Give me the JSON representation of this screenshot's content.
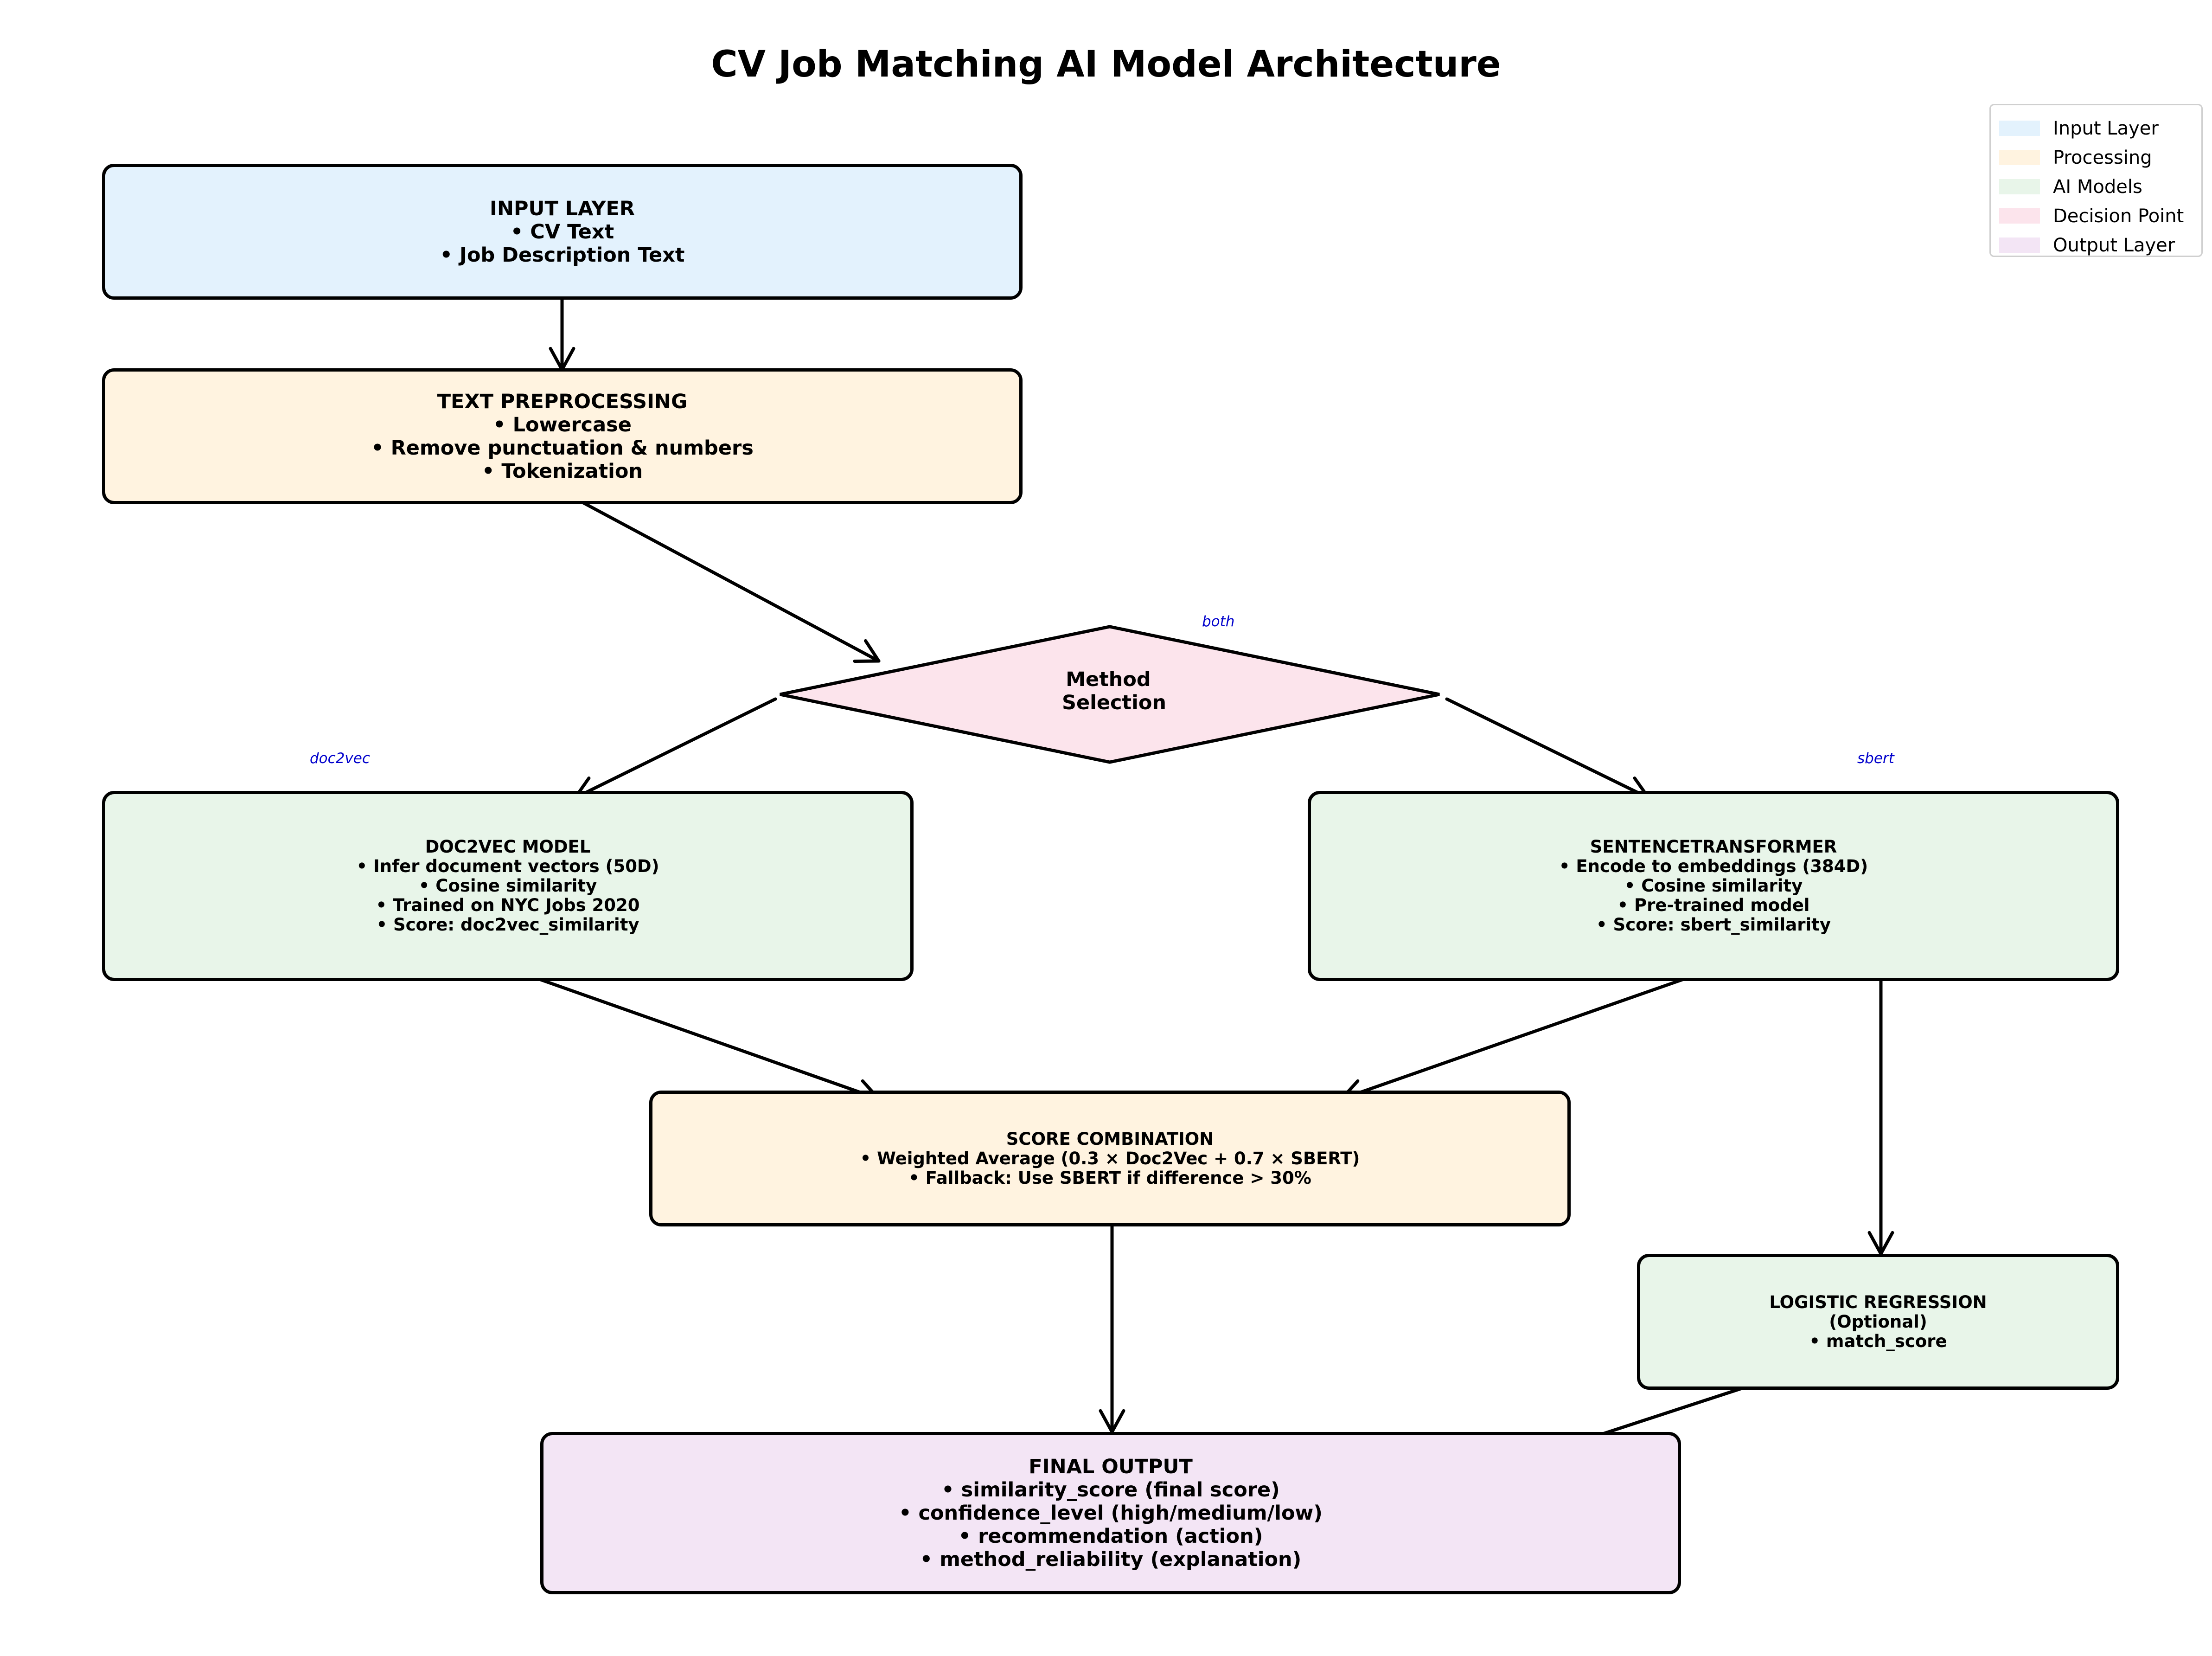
{
  "title": "CV Job Matching AI Model Architecture",
  "colors": {
    "input": "#e3f2fd",
    "processing": "#fff3e0",
    "ai_models": "#e8f5e9",
    "decision": "#fce4ec",
    "output": "#f3e5f5"
  },
  "legend": [
    {
      "label": "Input Layer",
      "color": "#e3f2fd"
    },
    {
      "label": "Processing",
      "color": "#fff3e0"
    },
    {
      "label": "AI Models",
      "color": "#e8f5e9"
    },
    {
      "label": "Decision Point",
      "color": "#fce4ec"
    },
    {
      "label": "Output Layer",
      "color": "#f3e5f5"
    }
  ],
  "nodes": {
    "input": [
      "INPUT LAYER",
      "• CV Text",
      "• Job Description Text"
    ],
    "preprocessing": [
      "TEXT PREPROCESSING",
      "• Lowercase",
      "• Remove punctuation & numbers",
      "• Tokenization"
    ],
    "decision": [
      "Method",
      "Selection"
    ],
    "doc2vec": [
      "DOC2VEC MODEL",
      "• Infer document vectors (50D)",
      "• Cosine similarity",
      "• Trained on NYC Jobs 2020",
      "• Score: doc2vec_similarity"
    ],
    "sbert": [
      "SENTENCETRANSFORMER",
      "• Encode to embeddings (384D)",
      "• Cosine similarity",
      "• Pre-trained model",
      "• Score: sbert_similarity"
    ],
    "combination": [
      "SCORE COMBINATION",
      "• Weighted Average (0.3 × Doc2Vec + 0.7 × SBERT)",
      "• Fallback: Use SBERT if difference > 30%"
    ],
    "logreg": [
      "LOGISTIC REGRESSION",
      "(Optional)",
      "• match_score"
    ],
    "output": [
      "FINAL OUTPUT",
      "• similarity_score (final score)",
      "• confidence_level (high/medium/low)",
      "• recommendation (action)",
      "• method_reliability (explanation)"
    ]
  },
  "branch_labels": {
    "both": "both",
    "doc2vec": "doc2vec",
    "sbert": "sbert"
  }
}
